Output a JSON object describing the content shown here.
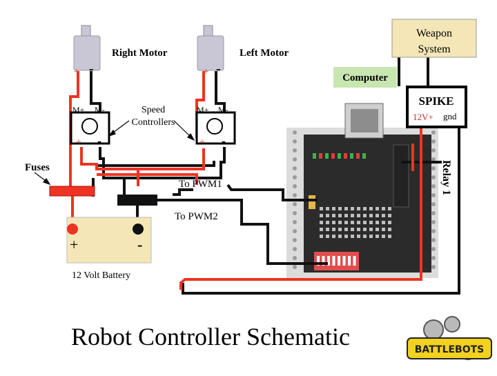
{
  "labels": {
    "right_motor": "Right Motor",
    "left_motor": "Left Motor",
    "weapon_line1": "Weapon",
    "weapon_line2": "System",
    "computer": "Computer",
    "spike": "SPIKE",
    "spike_12v": "12V+",
    "spike_gnd": "gnd",
    "relay": "Relay 1",
    "speed_line1": "Speed",
    "speed_line2": "Controllers",
    "m_plus": "M+",
    "m_minus": "M-",
    "plus": "+",
    "minus": "-",
    "fuses": "Fuses",
    "pwm1": "To PWM1",
    "pwm2": "To PWM2",
    "battery": "12 Volt Battery",
    "battery_plus": "+",
    "battery_minus": "-",
    "title": "Robot Controller Schematic",
    "logo": "BATTLEBOTS"
  },
  "colors": {
    "red_wire": "#ee3322",
    "black_wire": "#111111",
    "weapon_box": "#f5e6b8",
    "computer_box": "#c8e6b0",
    "motor": "#c9c6d6",
    "board": "#2b2b2b",
    "spike_text": "#dd2222"
  }
}
